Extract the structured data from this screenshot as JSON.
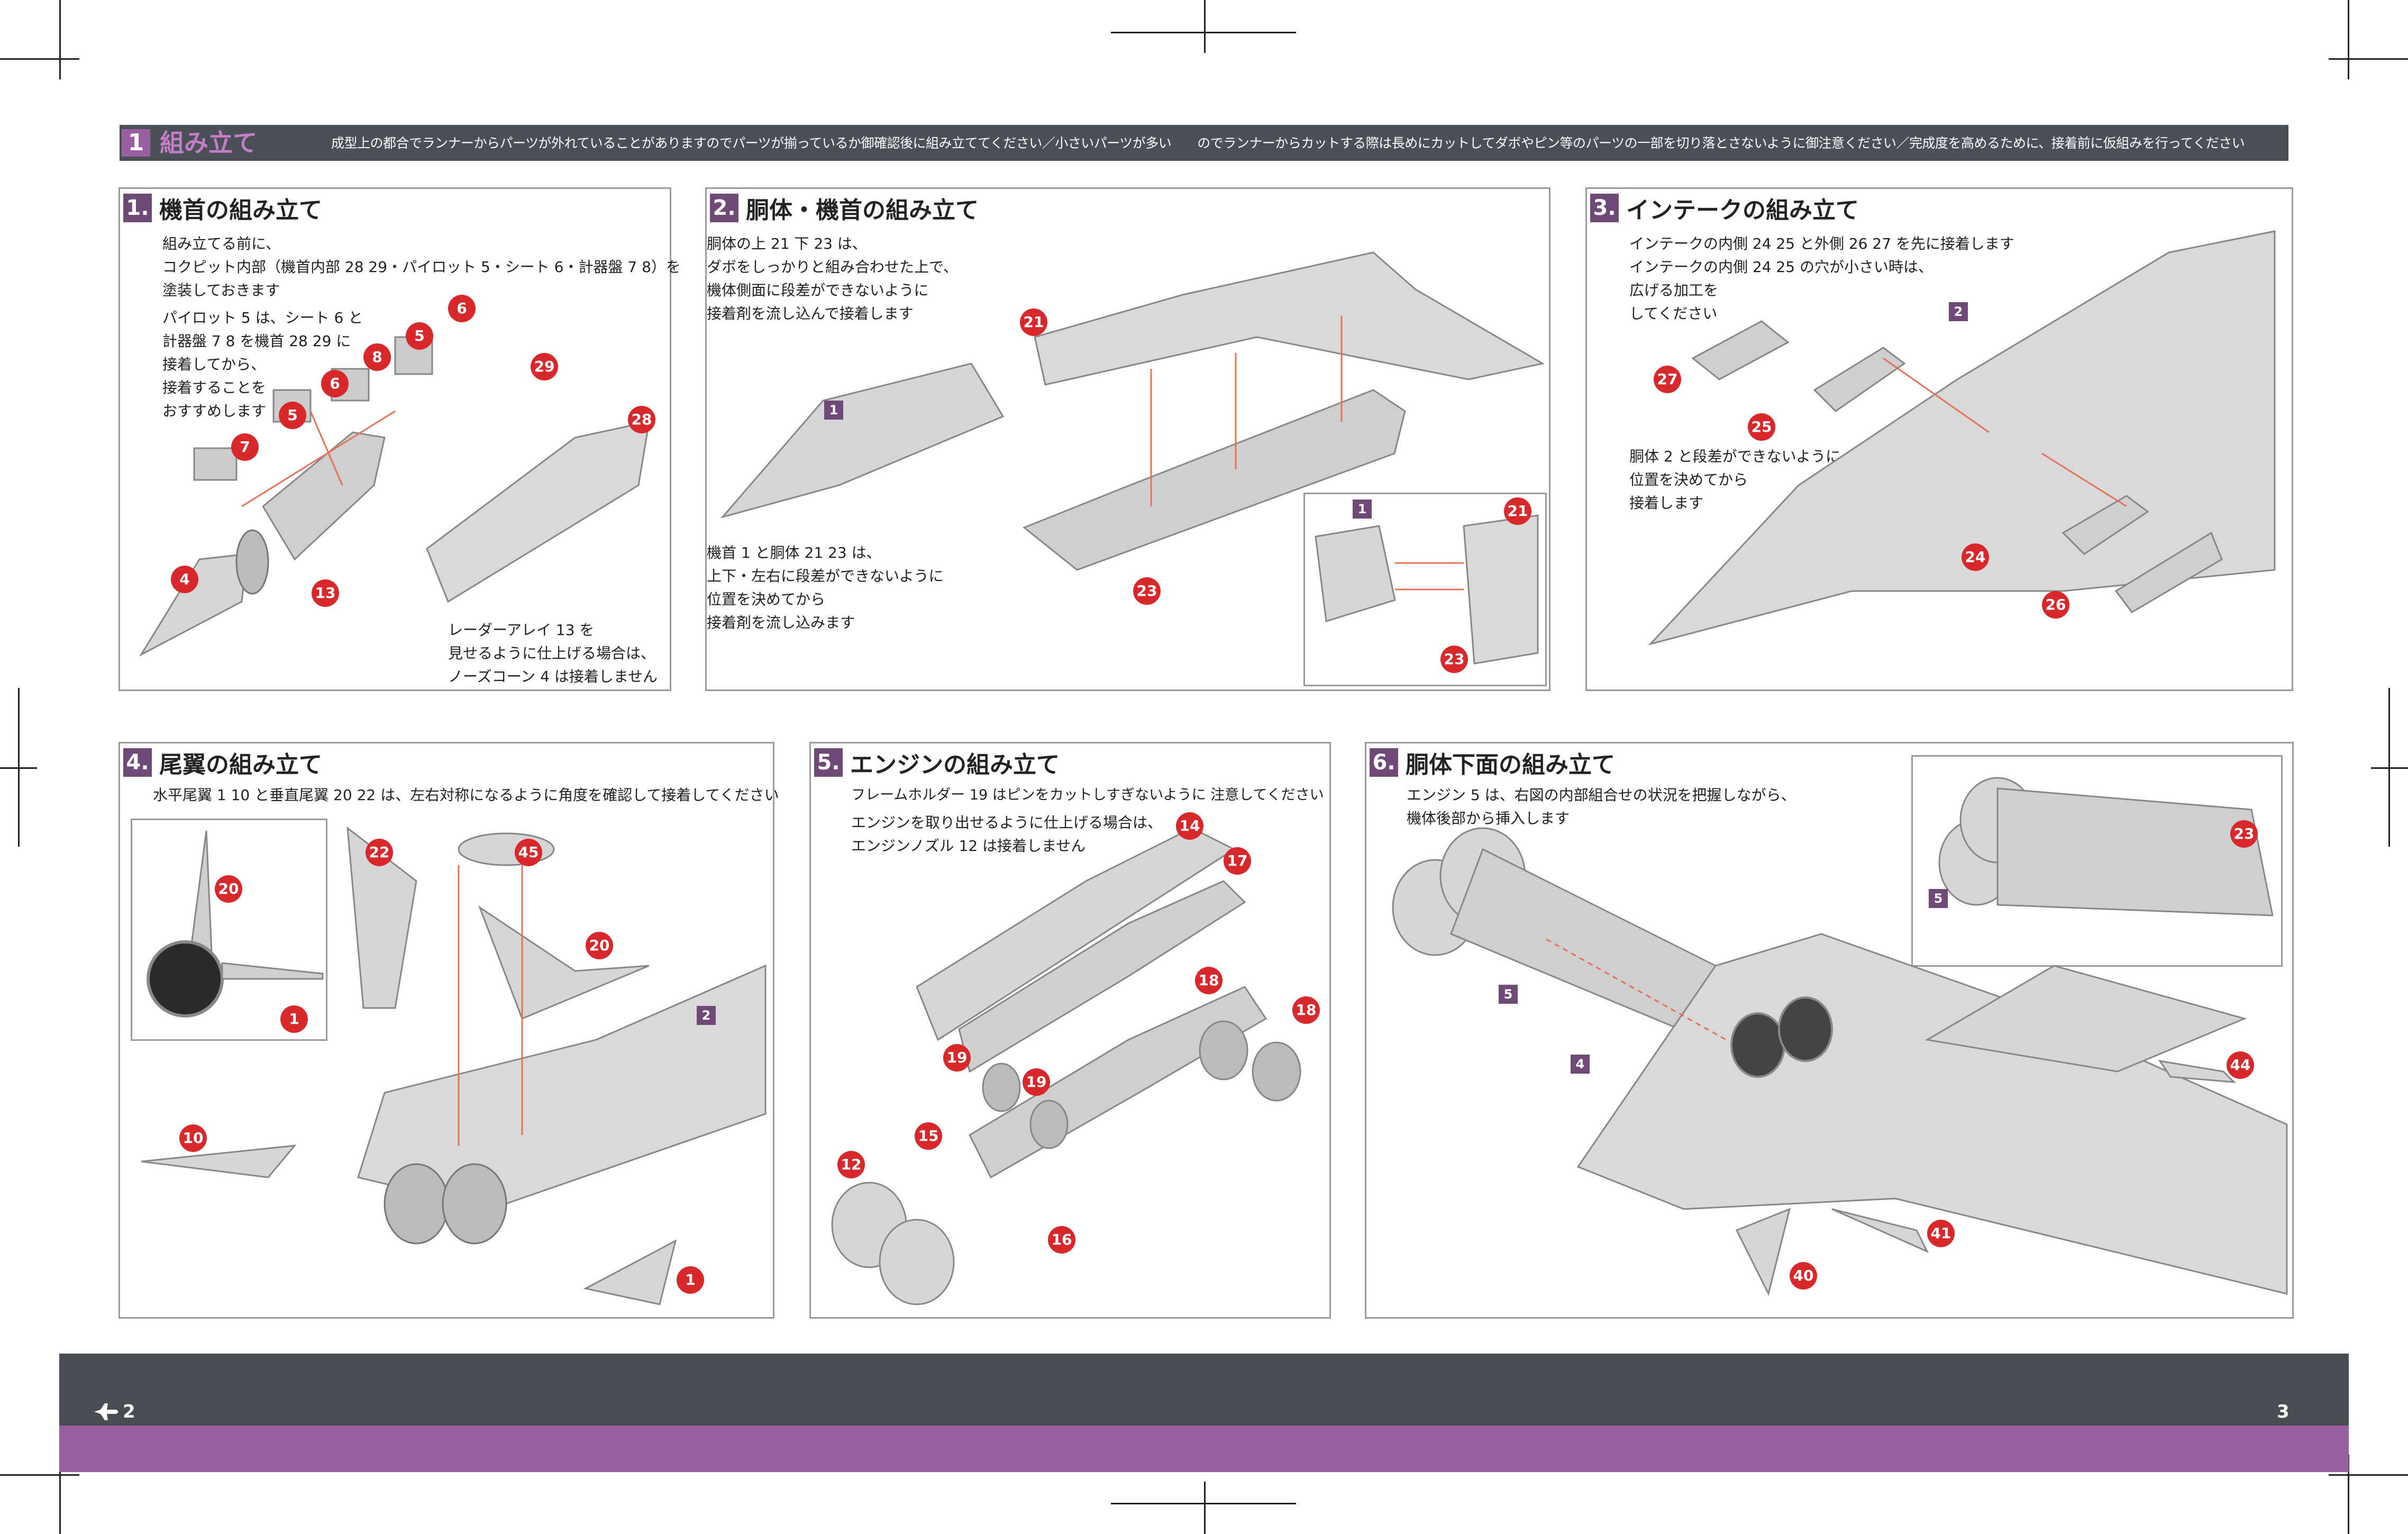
{
  "header": {
    "section_number": "1",
    "section_title": "組み立て",
    "note": "成型上の都合でランナーからパーツが外れていることがありますのでパーツが揃っているか御確認後に組み立ててください／小さいパーツが多い　　のでランナーからカットする際は長めにカットしてダボやピン等のパーツの一部を切り落とさないように御注意ください／完成度を高めるために、接着前に仮組みを行ってください"
  },
  "panels": [
    {
      "number": "1.",
      "title": "機首の組み立て",
      "instructions": [
        "組み立てる前に、\nコクピット内部（機首内部 28 29・パイロット 5・シート 6・計器盤 7 8）を\n塗装しておきます",
        "パイロット 5 は、シート 6 と\n計器盤 7 8 を機首 28 29 に\n接着してから、\n接着することを\nおすすめします",
        "レーダーアレイ 13 を\n見せるように仕上げる場合は、\nノーズコーン 4 は接着しません"
      ],
      "callouts": [
        "6",
        "5",
        "8",
        "6",
        "5",
        "7",
        "29",
        "28",
        "4",
        "13"
      ]
    },
    {
      "number": "2.",
      "title": "胴体・機首の組み立て",
      "instructions": [
        "胴体の上 21 下 23 は、\nダボをしっかりと組み合わせた上で、\n機体側面に段差ができないように\n接着剤を流し込んで接着します",
        "機首 1 と胴体 21 23 は、\n上下・左右に段差ができないように\n位置を決めてから\n接着剤を流し込みます"
      ],
      "callouts": [
        "21",
        "23",
        "21",
        "23"
      ],
      "refs": [
        "1",
        "1"
      ]
    },
    {
      "number": "3.",
      "title": "インテークの組み立て",
      "instructions": [
        "インテークの内側 24 25 と外側 26 27 を先に接着します\nインテークの内側 24 25 の穴が小さい時は、\n広げる加工を\nしてください",
        "胴体 2 と段差ができないように\n位置を決めてから\n接着します"
      ],
      "callouts": [
        "27",
        "25",
        "24",
        "26"
      ],
      "refs": [
        "2"
      ]
    },
    {
      "number": "4.",
      "title": "尾翼の組み立て",
      "instructions": [
        "水平尾翼 1 10 と垂直尾翼 20 22 は、左右対称になるように角度を確認して接着してください"
      ],
      "callouts": [
        "20",
        "1",
        "22",
        "45",
        "20",
        "10",
        "1"
      ],
      "refs": [
        "2"
      ]
    },
    {
      "number": "5.",
      "title": "エンジンの組み立て",
      "instructions": [
        "フレームホルダー 19 はピンをカットしすぎないように 注意してください",
        "エンジンを取り出せるように仕上げる場合は、\nエンジンノズル 12 は接着しません"
      ],
      "callouts": [
        "14",
        "17",
        "18",
        "18",
        "19",
        "19",
        "12",
        "15",
        "16"
      ]
    },
    {
      "number": "6.",
      "title": "胴体下面の組み立て",
      "instructions": [
        "エンジン 5 は、右図の内部組合せの状況を把握しながら、\n機体後部から挿入します"
      ],
      "callouts": [
        "23",
        "44",
        "41",
        "40"
      ],
      "refs": [
        "5",
        "5",
        "4"
      ]
    }
  ],
  "footer": {
    "page_left": "2",
    "page_right": "3"
  },
  "colors": {
    "header_bg": "#4b4f57",
    "accent_purple": "#9a5fa0",
    "callout_red": "#d8282b",
    "panel_border": "#9a9a9a",
    "footer_dark": "#474c55"
  },
  "icons": {
    "footer_left": "jet-icon"
  }
}
